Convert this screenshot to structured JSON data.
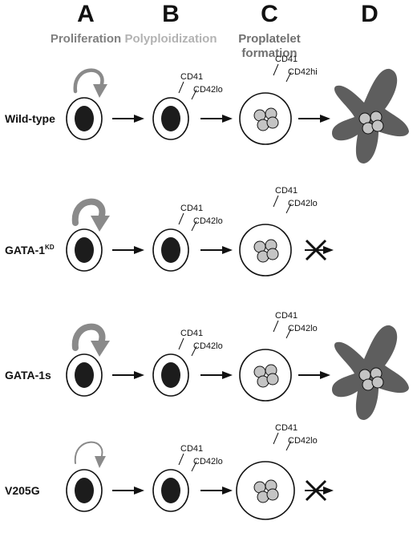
{
  "columns": [
    {
      "letter": "A",
      "title_lines": [
        "Proliferation"
      ],
      "title_color": "#808080"
    },
    {
      "letter": "B",
      "title_lines": [
        "Polyploidization"
      ],
      "title_color": "#b3b3b3"
    },
    {
      "letter": "C",
      "title_lines": [
        "Proplatelet",
        "formation"
      ],
      "title_color": "#707070"
    },
    {
      "letter": "D",
      "title_lines": [],
      "title_color": "#707070"
    }
  ],
  "rows": [
    {
      "label": "Wild-type",
      "label_sup": "",
      "mature_markers": [
        "CD41",
        "CD42hi"
      ],
      "proplatelet": "formed",
      "proliferation_arrow": "medium"
    },
    {
      "label": "GATA-1",
      "label_sup": "KD",
      "mature_markers": [
        "CD41",
        "CD42lo"
      ],
      "proplatelet": "blocked",
      "proliferation_arrow": "thick"
    },
    {
      "label": "GATA-1s",
      "label_sup": "",
      "mature_markers": [
        "CD41",
        "CD42lo"
      ],
      "proplatelet": "formed",
      "proliferation_arrow": "thick"
    },
    {
      "label": "V205G",
      "label_sup": "",
      "mature_markers": [
        "CD41",
        "CD42lo"
      ],
      "proplatelet": "blocked",
      "proliferation_arrow": "thin"
    }
  ],
  "early_markers": [
    "CD41",
    "CD42lo"
  ],
  "colors": {
    "nucleus": "#1c1c1c",
    "proliferation_arrow": "#8a8a8a",
    "lobe_fill": "#c4c4c4",
    "proplatelet_fill": "#5e5e5e",
    "line": "#111111"
  }
}
